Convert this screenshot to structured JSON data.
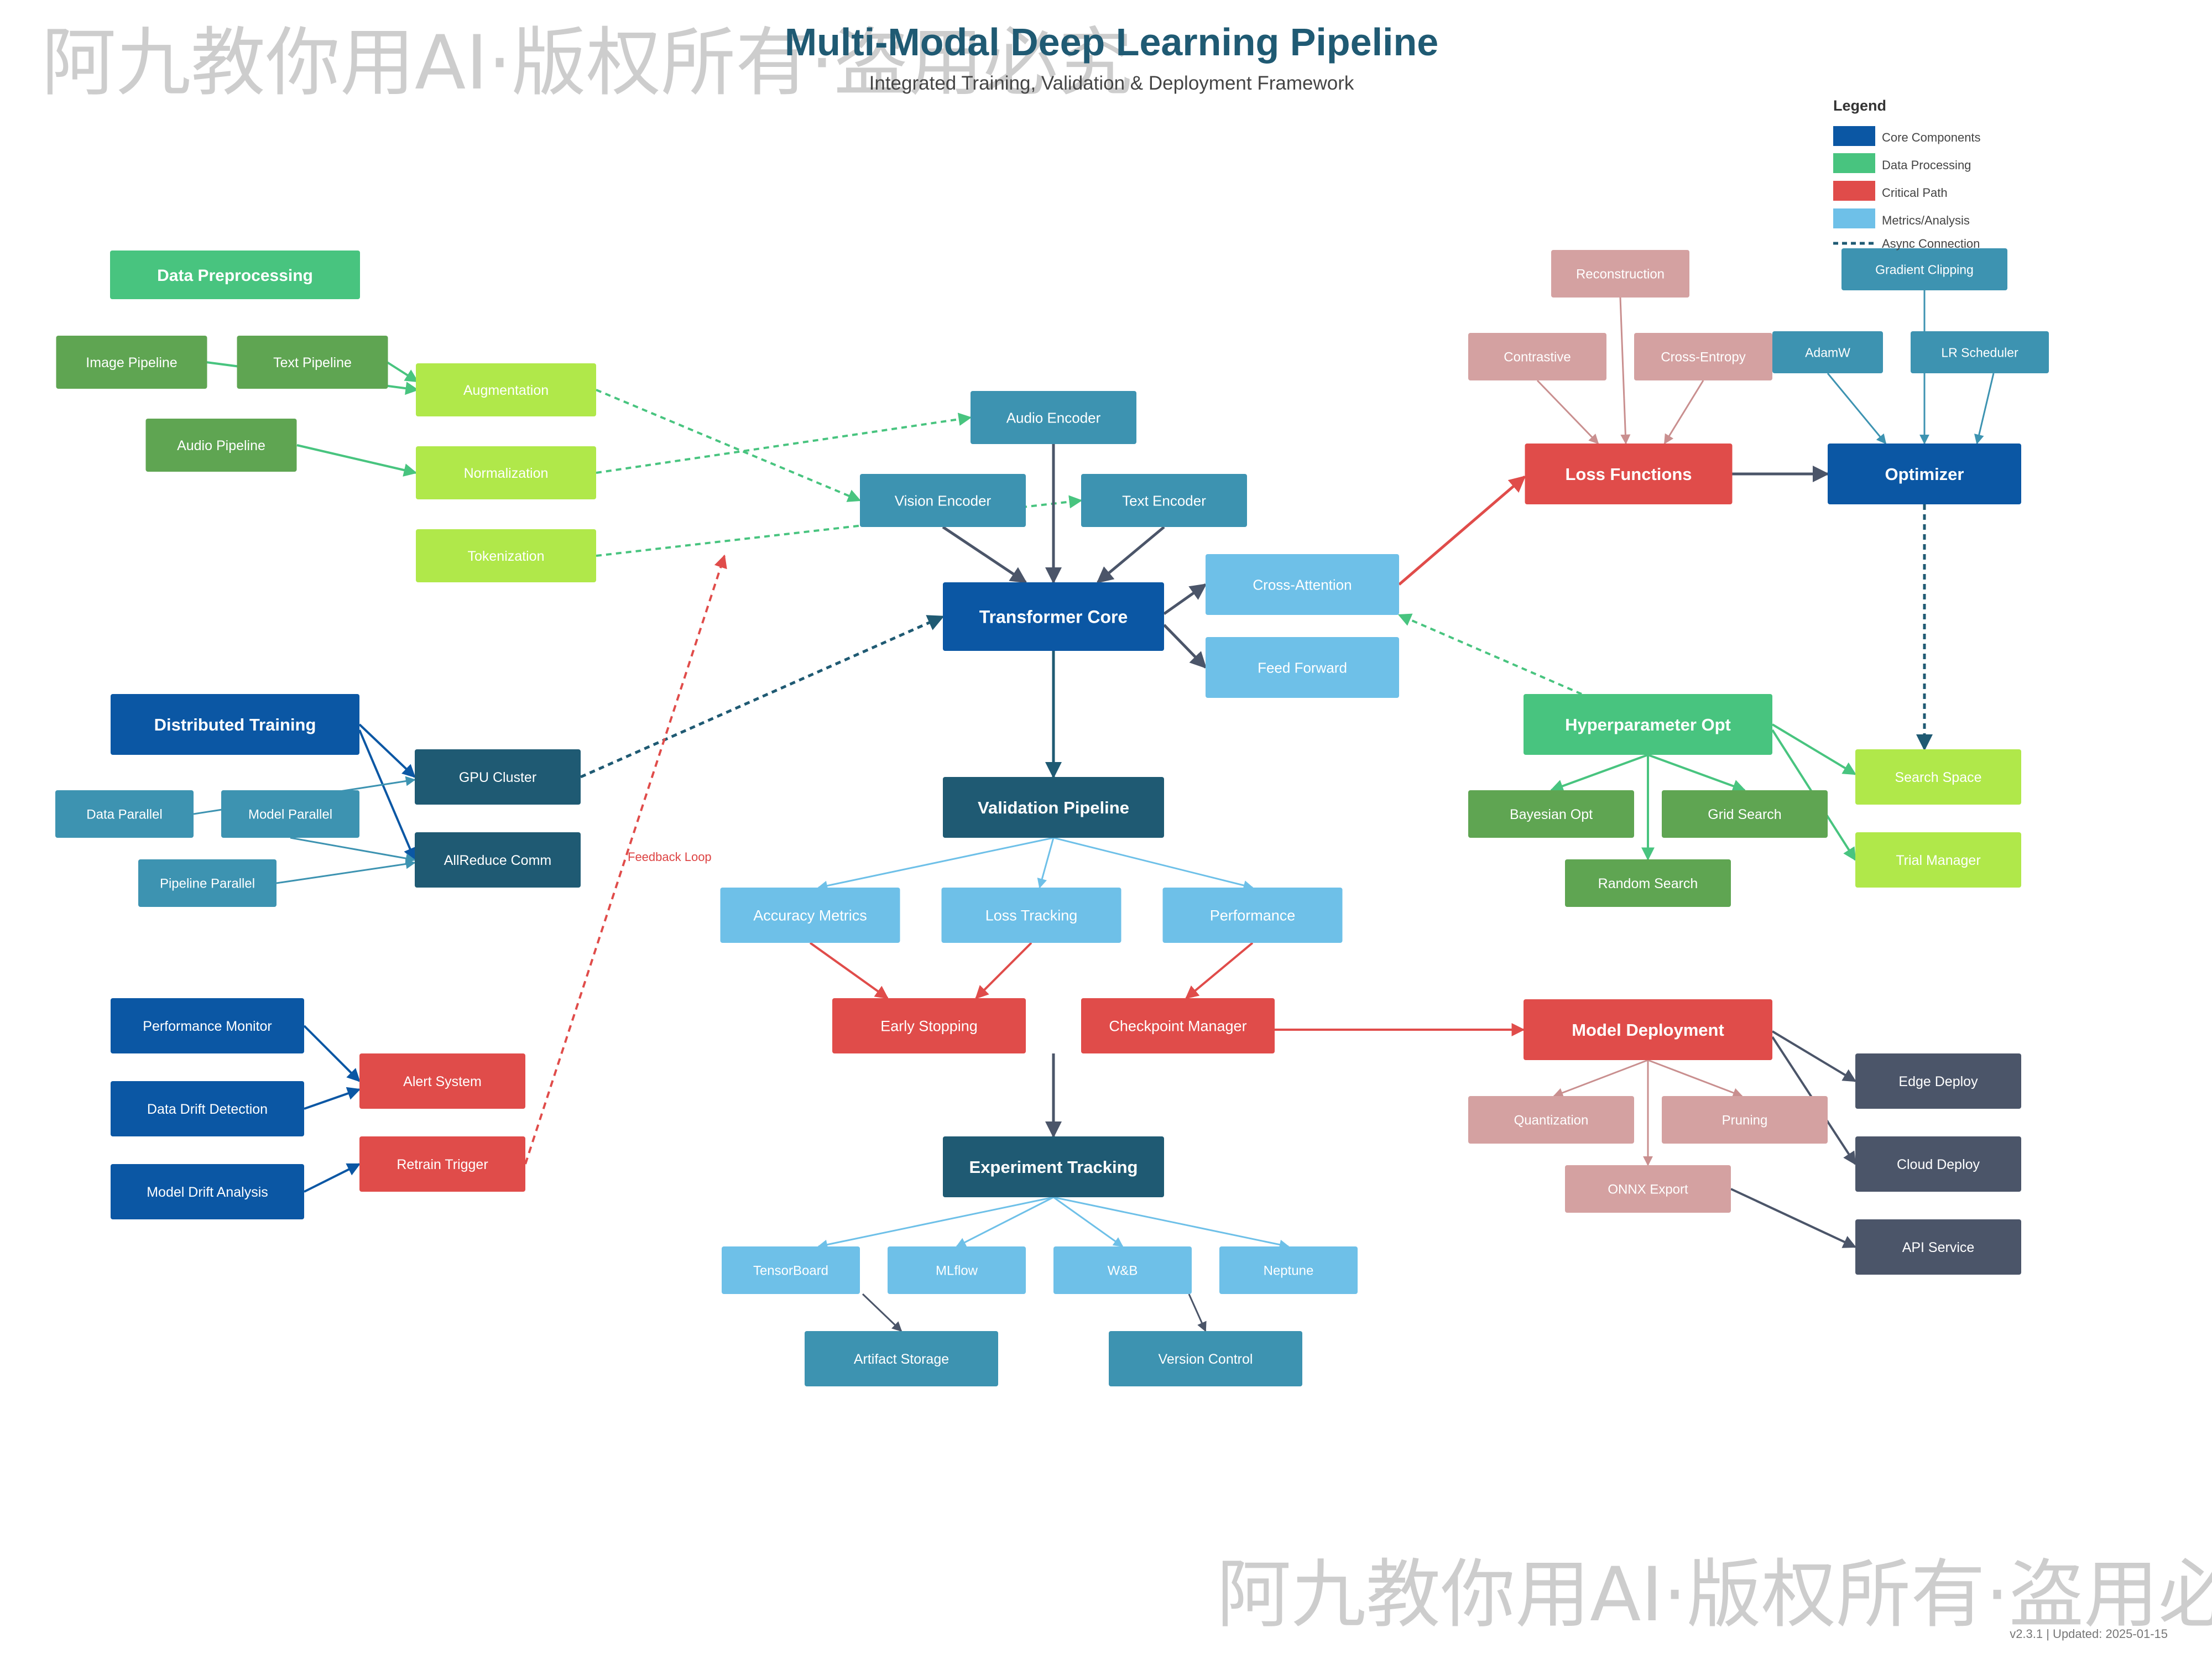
{
  "header": {
    "title": "Multi-Modal Deep Learning Pipeline",
    "subtitle": "Integrated Training, Validation & Deployment Framework"
  },
  "watermark": {
    "text": "阿九教你用AI·版权所有·盗用必究"
  },
  "footer": {
    "version": "v2.3.1 | Updated: 2025-01-15"
  },
  "colors": {
    "core": "#0b57a4",
    "core_dark": "#1f5a73",
    "data": "#48c47f",
    "critical": "#e04c4a",
    "metrics": "#6ec0e8",
    "teal": "#3d93b1",
    "lime": "#b0e84a",
    "green_dark": "#5fa552",
    "rose": "#d4a1a1",
    "slate": "#4b5569"
  },
  "legend": {
    "title": "Legend",
    "items": [
      {
        "label": "Core Components",
        "color": "#0b57a4"
      },
      {
        "label": "Data Processing",
        "color": "#48c47f"
      },
      {
        "label": "Critical Path",
        "color": "#e04c4a"
      },
      {
        "label": "Metrics/Analysis",
        "color": "#6ec0e8"
      }
    ],
    "async_label": "Async Connection"
  },
  "nodes": {
    "data_preprocessing": "Data Preprocessing",
    "image_pipeline": "Image Pipeline",
    "text_pipeline": "Text Pipeline",
    "audio_pipeline": "Audio Pipeline",
    "augmentation": "Augmentation",
    "normalization": "Normalization",
    "tokenization": "Tokenization",
    "audio_encoder": "Audio Encoder",
    "vision_encoder": "Vision Encoder",
    "text_encoder": "Text Encoder",
    "transformer_core": "Transformer Core",
    "cross_attention": "Cross-Attention",
    "feed_forward": "Feed Forward",
    "reconstruction": "Reconstruction",
    "contrastive": "Contrastive",
    "cross_entropy": "Cross-Entropy",
    "gradient_clipping": "Gradient Clipping",
    "adamw": "AdamW",
    "lr_scheduler": "LR Scheduler",
    "loss_functions": "Loss Functions",
    "optimizer": "Optimizer",
    "hyperparameter_opt": "Hyperparameter Opt",
    "bayesian_opt": "Bayesian Opt",
    "grid_search": "Grid Search",
    "random_search": "Random Search",
    "search_space": "Search Space",
    "trial_manager": "Trial Manager",
    "distributed_training": "Distributed Training",
    "gpu_cluster": "GPU Cluster",
    "data_parallel": "Data Parallel",
    "model_parallel": "Model Parallel",
    "pipeline_parallel": "Pipeline Parallel",
    "allreduce_comm": "AllReduce Comm",
    "validation_pipeline": "Validation Pipeline",
    "accuracy_metrics": "Accuracy Metrics",
    "loss_tracking": "Loss Tracking",
    "performance": "Performance",
    "early_stopping": "Early Stopping",
    "checkpoint_manager": "Checkpoint Manager",
    "model_deployment": "Model Deployment",
    "quantization": "Quantization",
    "pruning": "Pruning",
    "onnx_export": "ONNX Export",
    "edge_deploy": "Edge Deploy",
    "cloud_deploy": "Cloud Deploy",
    "api_service": "API Service",
    "performance_monitor": "Performance Monitor",
    "data_drift_detection": "Data Drift Detection",
    "model_drift_analysis": "Model Drift Analysis",
    "alert_system": "Alert System",
    "retrain_trigger": "Retrain Trigger",
    "experiment_tracking": "Experiment Tracking",
    "tensorboard": "TensorBoard",
    "mlflow": "MLflow",
    "wandb": "W&B",
    "neptune": "Neptune",
    "artifact_storage": "Artifact Storage",
    "version_control": "Version Control"
  },
  "edge_labels": {
    "feedback_loop": "Feedback Loop"
  }
}
